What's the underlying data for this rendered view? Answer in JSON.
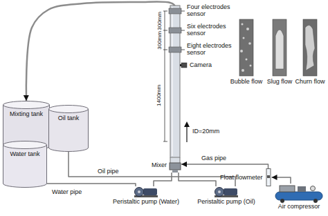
{
  "diagram": {
    "nodes": [
      {
        "text": [
          "Mixting tank"
        ]
      },
      {
        "text": [
          "Oil tank"
        ]
      },
      {
        "text": [
          "Water tank"
        ]
      },
      {
        "text": [
          "Peristaltic pump (Water)"
        ]
      },
      {
        "text": [
          "Peristaltic pump (Oil)"
        ]
      },
      {
        "text": [
          "Air compressor"
        ]
      },
      {
        "text": [
          "Float flowmeter"
        ]
      },
      {
        "text": [
          "Mixer"
        ]
      }
    ],
    "edges": [
      {
        "from": 2,
        "to": 3,
        "label": "Water pipe",
        "arrow": "none"
      },
      {
        "from": 1,
        "to": 4,
        "label": "Oil pipe",
        "arrow": "none"
      },
      {
        "from": 3,
        "to": 7,
        "arrow": "none"
      },
      {
        "from": 4,
        "to": 7,
        "arrow": "none"
      },
      {
        "from": 5,
        "to": 6,
        "arrow": "to"
      },
      {
        "from": 6,
        "to": 7,
        "label": "Gas pipe",
        "arrow": "to"
      },
      {
        "from": 7,
        "to": 0,
        "arrow": "to"
      }
    ],
    "labels": [
      "Four electrodes sensor",
      "Six electrodes sensor",
      "Eight electrodes sensor",
      "300mm",
      "300mm",
      "1400mm",
      "Camera",
      "Bubble flow",
      "Slug flow",
      "Churn flow",
      "ID=20mm"
    ]
  }
}
